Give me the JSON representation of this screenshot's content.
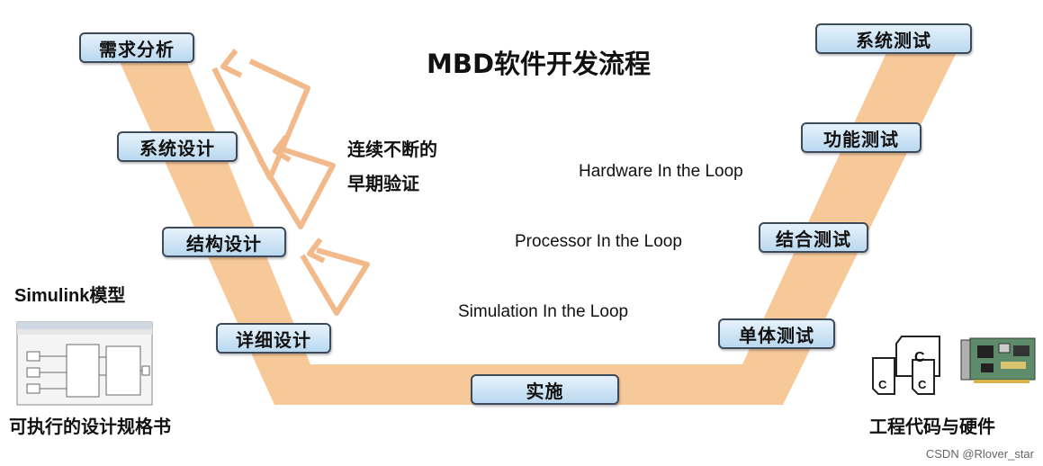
{
  "title": "MBD软件开发流程",
  "left_steps": [
    {
      "label": "需求分析"
    },
    {
      "label": "系统设计"
    },
    {
      "label": "结构设计"
    },
    {
      "label": "详细设计"
    }
  ],
  "bottom_step": {
    "label": "实施"
  },
  "right_steps": [
    {
      "label": "系统测试"
    },
    {
      "label": "功能测试"
    },
    {
      "label": "结合测试"
    },
    {
      "label": "单体测试"
    }
  ],
  "verification_note": {
    "line1": "连续不断的",
    "line2": "早期验证"
  },
  "loops": {
    "hil": "Hardware In the Loop",
    "pil": "Processor In the Loop",
    "sil": "Simulation In the Loop"
  },
  "simulink": {
    "title": "Simulink模型",
    "caption": "可执行的设计规格书"
  },
  "code_hw": {
    "caption": "工程代码与硬件",
    "file_letter": "C"
  },
  "watermark": "CSDN @Rlover_star",
  "colors": {
    "v_band": "#f7c898",
    "box_fill": "#c9e2f4",
    "box_border": "#3c4a5a",
    "arrow": "#f2b98a"
  }
}
